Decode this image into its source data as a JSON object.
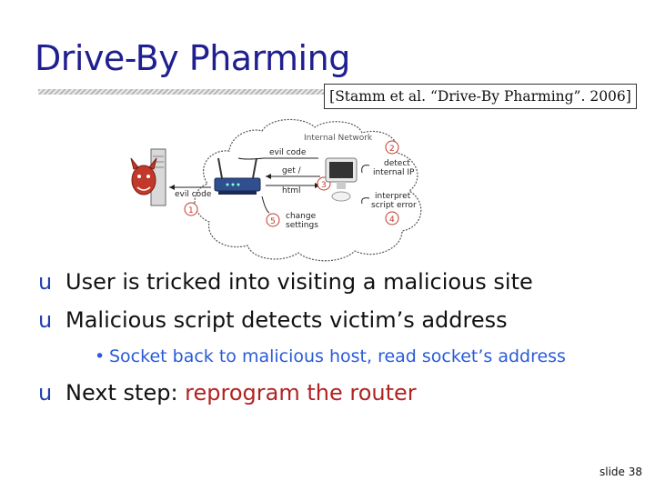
{
  "slide": {
    "title": "Drive-By Pharming",
    "citation": "[Stamm et al. “Drive-By Pharming”. 2006]",
    "slide_number": "slide 38"
  },
  "diagram": {
    "cloud_label": "Internal Network",
    "evil_code_left": "evil code",
    "evil_code_top": "evil code",
    "get": "get /",
    "html": "html",
    "detect": "detect\ninternal IP",
    "interpret": "interpret\nscript error",
    "change": "change\nsettings",
    "steps": [
      "1",
      "2",
      "3",
      "4",
      "5"
    ]
  },
  "bullets": [
    {
      "marker": "u",
      "text": "User is tricked into visiting a malicious site"
    },
    {
      "marker": "u",
      "text": "Malicious script detects victim’s address"
    },
    {
      "marker": "•",
      "text": "Socket back to malicious host, read socket’s address",
      "level": 2
    },
    {
      "marker": "u",
      "text_plain": "Next step: ",
      "text_highlight": "reprogram the router"
    }
  ],
  "colors": {
    "title": "#1f1f8f",
    "bullet_marker": "#1f3fb0",
    "sub_bullet": "#2a5bd7",
    "highlight": "#b22222",
    "step_circle": "#c0392b"
  }
}
